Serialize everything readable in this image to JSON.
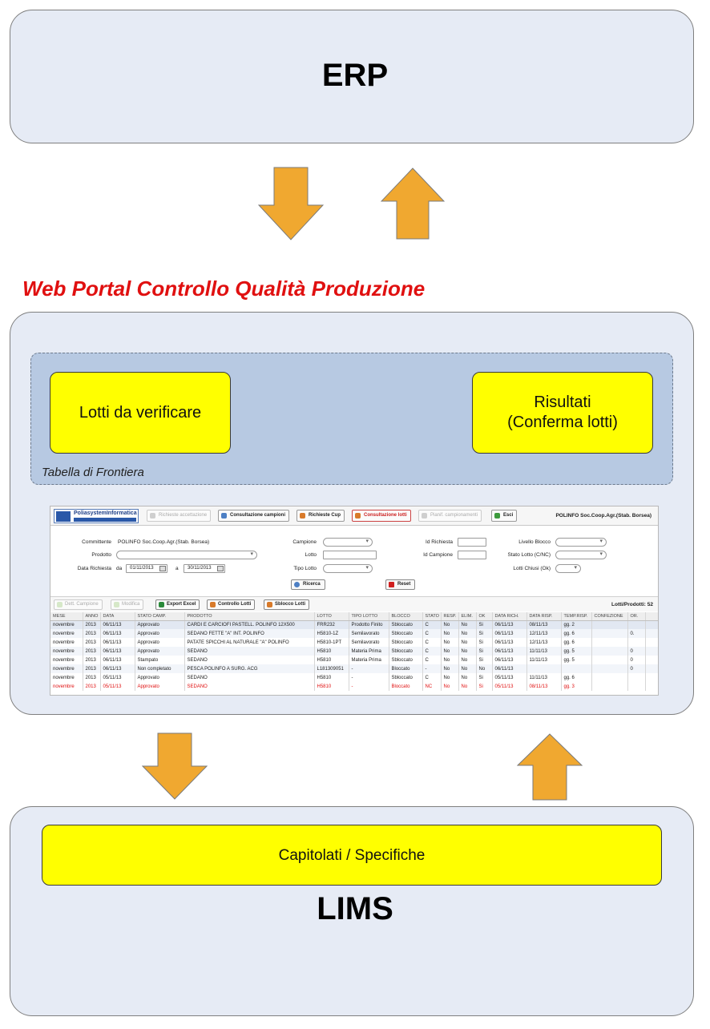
{
  "erp": {
    "title": "ERP"
  },
  "portal": {
    "title": "Web Portal Controllo Qualità Produzione"
  },
  "frontier": {
    "label": "Tabella di Frontiera",
    "left_box": "Lotti da verificare",
    "right_box_line1": "Risultati",
    "right_box_line2": "(Conferma lotti)"
  },
  "app": {
    "logo_text": "PoliasystemInformatica",
    "toolbar": [
      {
        "label": "Richieste accettazione",
        "state": "disabled"
      },
      {
        "label": "Consultazione campioni",
        "state": "normal"
      },
      {
        "label": "Richieste Cup",
        "state": "normal"
      },
      {
        "label": "Consultazione lotti",
        "state": "active"
      },
      {
        "label": "Pianif. campionamenti",
        "state": "disabled"
      },
      {
        "label": "Esci",
        "state": "normal"
      }
    ],
    "company": "POLINFO Soc.Coop.Agr.(Stab. Borsea)",
    "form": {
      "committente_label": "Committente",
      "committente_value": "POLINFO Soc.Coop.Agr.(Stab. Borsea)",
      "prodotto_label": "Prodotto",
      "data_label": "Data Richiesta",
      "da_label": "da",
      "date_from": "01/11/2013",
      "a_label": "a",
      "date_to": "30/11/2013",
      "campione_label": "Campione",
      "lotto_label": "Lotto",
      "tipo_lotto_label": "Tipo Lotto",
      "id_richiesta_label": "Id Richiesta",
      "id_campione_label": "Id Campione",
      "livello_blocco_label": "Livello Blocco",
      "stato_lotto_label": "Stato Lotto (C/NC)",
      "lotti_chiusi_label": "Lotti Chiusi (Ok)",
      "ricerca_label": "Ricerca",
      "reset_label": "Reset"
    },
    "actions": [
      {
        "label": "Dett. Campione",
        "state": "disabled"
      },
      {
        "label": "Modifica",
        "state": "disabled"
      },
      {
        "label": "Export Excel",
        "state": "normal"
      },
      {
        "label": "Controllo Lotti",
        "state": "normal"
      },
      {
        "label": "Sblocco Lotti",
        "state": "normal"
      }
    ],
    "lotti_count": "Lotti/Prodotti: 52",
    "columns": [
      "MESE",
      "ANNO",
      "DATA",
      "STATO CAMP.",
      "PRODOTTO",
      "LOTTO",
      "TIPO LOTTO",
      "BLOCCO",
      "STATO",
      "RESP.",
      "ELIM.",
      "OK",
      "DATA RICH.",
      "DATA RISP.",
      "TEMP.RISP.",
      "CONFEZIONE",
      "OR.",
      ""
    ],
    "rows": [
      [
        "novembre",
        "2013",
        "06/11/13",
        "Approvato",
        "CARDI E CARCIOFI PASTELL. POLINFO 12X500",
        "FRR232",
        "Prodotto Finito",
        "Sbloccato",
        "C",
        "No",
        "No",
        "Si",
        "06/11/13",
        "08/11/13",
        "gg. 2",
        "",
        "",
        ""
      ],
      [
        "novembre",
        "2013",
        "06/11/13",
        "Approvato",
        "SEDANO FETTE \"A\" INT. POLINFO",
        "H5810-1Z",
        "Semilavorato",
        "Sbloccato",
        "C",
        "No",
        "No",
        "Si",
        "06/11/13",
        "12/11/13",
        "gg. 6",
        "",
        "0.",
        ""
      ],
      [
        "novembre",
        "2013",
        "06/11/13",
        "Approvato",
        "PATATE SPICCHI AL NATURALE \"A\" POLINFO",
        "H5810-1PT",
        "Semilavorato",
        "Sbloccato",
        "C",
        "No",
        "No",
        "Si",
        "06/11/13",
        "12/11/13",
        "gg. 6",
        "",
        "",
        ""
      ],
      [
        "novembre",
        "2013",
        "06/11/13",
        "Approvato",
        "SEDANO",
        "H5810",
        "Materia Prima",
        "Sbloccato",
        "C",
        "No",
        "No",
        "Si",
        "06/11/13",
        "11/11/13",
        "gg. 5",
        "",
        "0",
        ""
      ],
      [
        "novembre",
        "2013",
        "06/11/13",
        "Stampato",
        "SEDANO",
        "H5810",
        "Materia Prima",
        "Sbloccato",
        "C",
        "No",
        "No",
        "Si",
        "06/11/13",
        "11/11/13",
        "gg. 5",
        "",
        "0",
        ""
      ],
      [
        "novembre",
        "2013",
        "06/11/13",
        "Non completato",
        "PESCA POLINFO A SURG. ACG",
        "L181309051",
        "-",
        "Bloccato",
        "-",
        "No",
        "No",
        "No",
        "06/11/13",
        "",
        "",
        "",
        "0",
        ""
      ],
      [
        "novembre",
        "2013",
        "05/11/13",
        "Approvato",
        "SEDANO",
        "H5810",
        "-",
        "Sbloccato",
        "C",
        "No",
        "No",
        "Si",
        "05/11/13",
        "11/11/13",
        "gg. 6",
        "",
        "",
        ""
      ],
      [
        "novembre",
        "2013",
        "05/11/13",
        "Approvato",
        "SEDANO",
        "H5810",
        "-",
        "Bloccato",
        "NC",
        "No",
        "No",
        "Si",
        "05/11/13",
        "08/11/13",
        "gg. 3",
        "",
        "",
        ""
      ]
    ],
    "red_row_index": 7
  },
  "lims": {
    "title": "LIMS",
    "box": "Capitolati / Specifiche"
  },
  "colors": {
    "panel_fill": "#e6ebf5",
    "arrow_fill": "#f0a830",
    "highlight_box": "#ffff00",
    "frontier_fill": "#b7c9e2",
    "portal_title": "#e01010"
  }
}
